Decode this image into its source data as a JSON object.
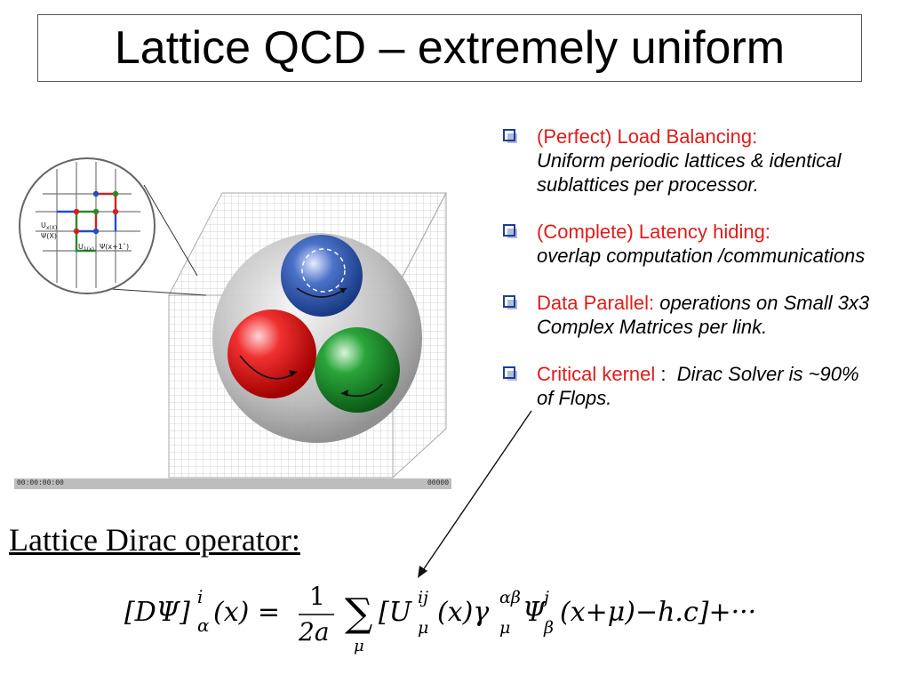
{
  "title": "Lattice QCD – extremely uniform",
  "figure": {
    "labels": {
      "u_top": "U",
      "u_top_sub": "x(X)",
      "psi": "Ψ(X)",
      "u_bottom": "U",
      "u_bottom_sub": "1(x)",
      "psi_next": "Ψ(x+1ˆ)"
    },
    "timebar_left": "00:00:00:00",
    "timebar_right": "00000",
    "colors": {
      "red": "#e02020",
      "green": "#1c8a2a",
      "blue": "#1f4aa8",
      "grid": "#c8c8c8"
    }
  },
  "bullets": [
    {
      "red": "(Perfect) Load Balancing:",
      "italic": "Uniform periodic lattices & identical sublattices per processor."
    },
    {
      "red": "(Complete) Latency hiding:",
      "italic": "overlap computation /communications"
    },
    {
      "red": "Data Parallel:",
      "italic": "operations on Small 3x3 Complex Matrices per link."
    },
    {
      "red": "Critical kernel",
      "plain": " :  ",
      "italic": "Dirac  Solver is ~90%  of Flops."
    }
  ],
  "dirac_label": "Lattice Dirac operator:",
  "formula": {
    "lhs_open": "[DΨ]",
    "lhs_sup": "i",
    "lhs_sub": "α",
    "lhs_arg": "(x) =",
    "frac_num": "1",
    "frac_den": "2a",
    "sum_sub": "μ",
    "term1": "[U",
    "u_sup": "ij",
    "u_sub": "μ",
    "term2": "(x)γ",
    "g_sup": "αβ",
    "g_sub": "μ",
    "term3": "Ψ",
    "p_sup": "j",
    "p_sub": "β",
    "term4": "(x+μ)−h.c]+···"
  }
}
